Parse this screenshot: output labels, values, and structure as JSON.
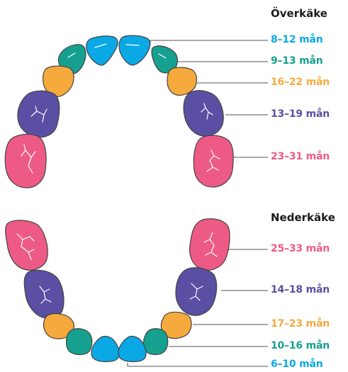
{
  "colors": {
    "blue": "#0BA8E6",
    "teal": "#16A08F",
    "orange": "#F6A93C",
    "purple": "#5A4FA3",
    "pink": "#EE5A86",
    "outline": "#444444",
    "leader": "#555555"
  },
  "upper": {
    "title": "Överkäke",
    "labels": [
      {
        "text": "8–12 mån",
        "color": "#0BA8E6"
      },
      {
        "text": "9–13 mån",
        "color": "#16A08F"
      },
      {
        "text": "16–22 mån",
        "color": "#F6A93C"
      },
      {
        "text": "13–19 mån",
        "color": "#5A4FA3"
      },
      {
        "text": "23–31 mån",
        "color": "#EE5A86"
      }
    ]
  },
  "lower": {
    "title": "Nederkäke",
    "labels": [
      {
        "text": "25–33 mån",
        "color": "#EE5A86"
      },
      {
        "text": "14–18 mån",
        "color": "#5A4FA3"
      },
      {
        "text": "17–23 mån",
        "color": "#F6A93C"
      },
      {
        "text": "10–16 mån",
        "color": "#16A08F"
      },
      {
        "text": "6–10 mån",
        "color": "#0BA8E6"
      }
    ]
  }
}
